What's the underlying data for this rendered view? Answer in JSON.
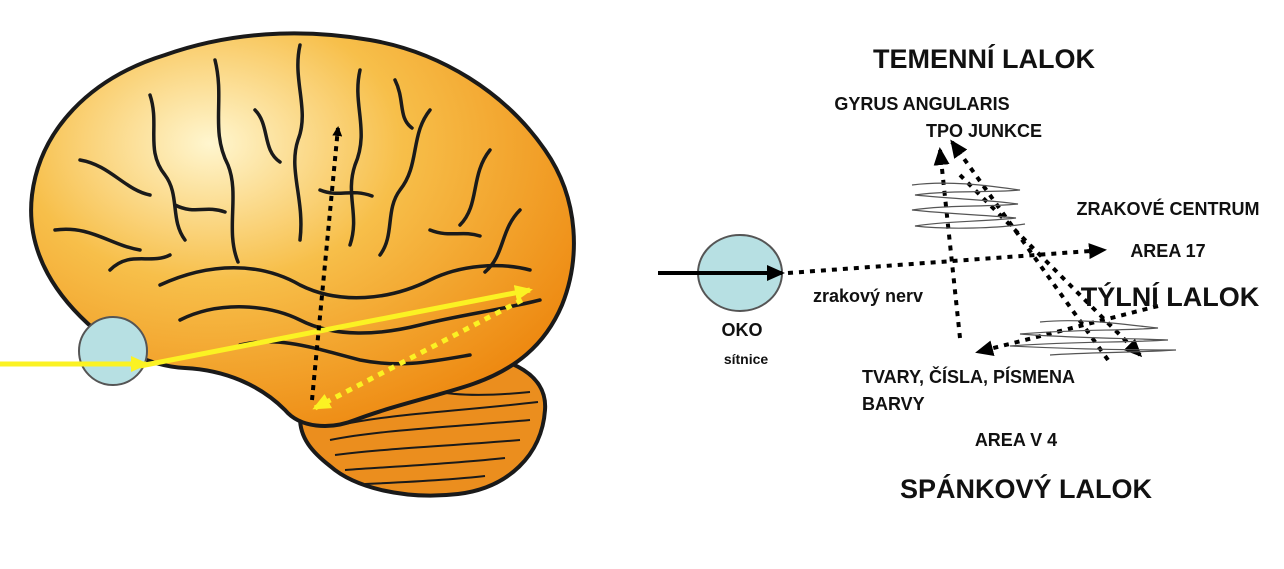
{
  "colors": {
    "brain_light": "#fff6cf",
    "brain_mid": "#f7bf4a",
    "brain_dark": "#ee8a12",
    "cerebellum": "#eb8e1e",
    "outline": "#1a1a1a",
    "eye_fill": "#b7e0e3",
    "yellow_path": "#fbf223",
    "black_path": "#000000"
  },
  "icons": {
    "brain": "brain-illustration",
    "eye_left": "eye-circle",
    "eye_right": "eye-circle"
  },
  "labels": {
    "parietal_lobe": "TEMENNÍ LALOK",
    "gyrus_angularis": "GYRUS ANGULARIS",
    "tpo_junction": "TPO JUNKCE",
    "visual_center": "ZRAKOVÉ CENTRUM",
    "area_17": "AREA 17",
    "optic_nerve": "zrakový nerv",
    "occipital_lobe": "TÝLNÍ LALOK",
    "eye": "OKO",
    "retina": "sítnice",
    "shapes_line": "TVARY, ČÍSLA, PÍSMENA",
    "colors_line": "BARVY",
    "area_v4": "AREA V 4",
    "temporal_lobe": "SPÁNKOVÝ LALOK"
  }
}
